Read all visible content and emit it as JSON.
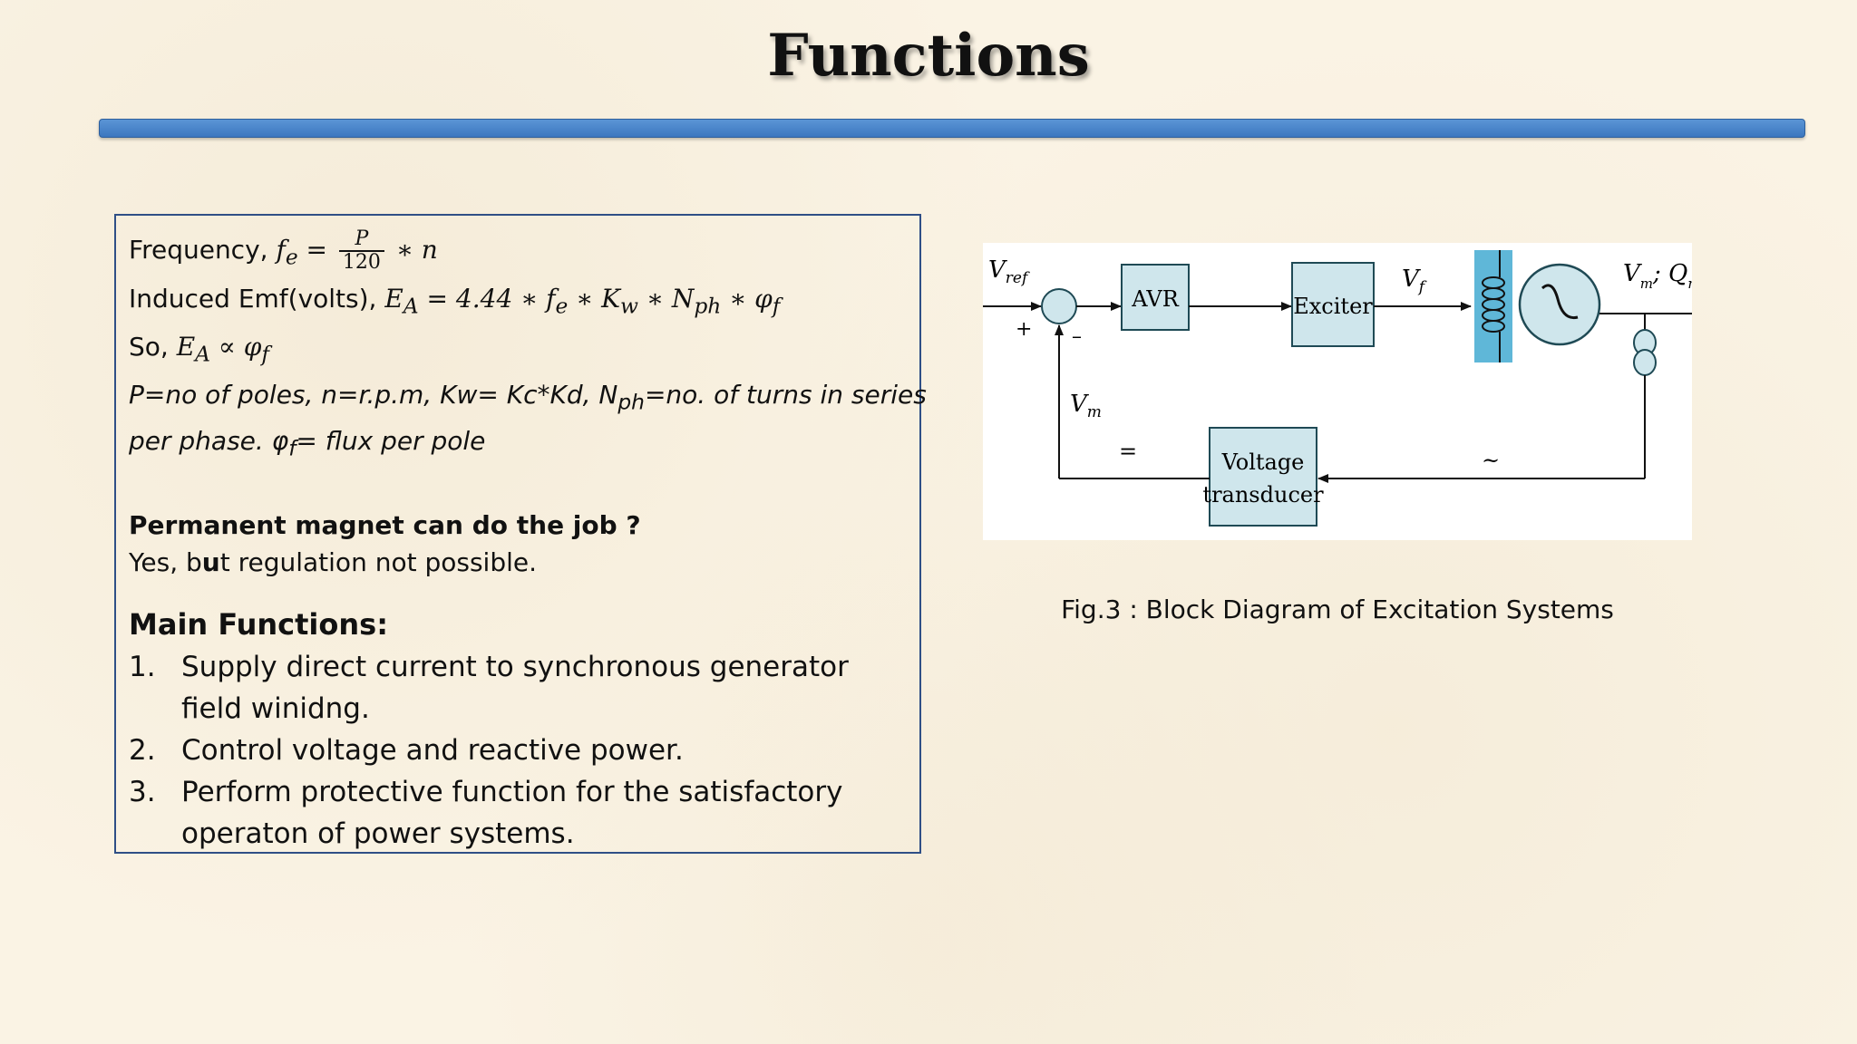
{
  "title": "Functions",
  "formulas": {
    "freq_label": "Frequency, ",
    "freq_lhs": "f",
    "freq_lhs_sub": "e",
    "freq_num": "P",
    "freq_den": "120",
    "freq_tail": "∗ n",
    "emf_label": "Induced Emf(volts), ",
    "emf_expr": "E",
    "emf_expr_sub": "A",
    "emf_rhs_1": " = 4.44 ∗ f",
    "emf_rhs_1_sub": "e",
    "emf_rhs_2": " ∗ K",
    "emf_rhs_2_sub": "w",
    "emf_rhs_3": " ∗ N",
    "emf_rhs_3_sub": "ph",
    "emf_rhs_4": " ∗ φ",
    "emf_rhs_4_sub": "f",
    "so_label": "So, ",
    "so_expr": "E",
    "so_expr_sub": "A",
    "so_rhs": " ∝  φ",
    "so_rhs_sub": "f"
  },
  "definitions": {
    "line1_a": "P=no of poles, n=r.p.m, Kw= Kc*Kd, N",
    "line1_sub": "ph",
    "line1_b": "=no. of turns in series",
    "line2_a": "per phase. φ",
    "line2_sub": "f",
    "line2_b": "= flux per pole"
  },
  "question": {
    "heading": "Permanent magnet can do the job ?",
    "answer_a": "Yes, b",
    "answer_bold": "u",
    "answer_b": "t regulation not possible."
  },
  "main_functions": {
    "heading": "Main Functions:",
    "items": [
      {
        "num": "1.",
        "text": "Supply direct current to synchronous generator field winidng."
      },
      {
        "num": "2.",
        "text": "Control voltage and reactive power."
      },
      {
        "num": "3.",
        "text": "Perform protective function for the satisfactory operaton of power systems."
      }
    ]
  },
  "diagram": {
    "vref_main": "V",
    "vref_sub": "ref",
    "plus": "+",
    "minus": "–",
    "avr": "AVR",
    "exciter": "Exciter",
    "vf_main": "V",
    "vf_sub": "f",
    "vm_q_main": "V",
    "vm_q_sub1": "m",
    "vm_q_sep": "; Q",
    "vm_q_sub2": "m",
    "vm_main": "V",
    "vm_sub": "m",
    "dc_sym": "=",
    "ac_sym": "~",
    "transducer_1": "Voltage",
    "transducer_2": "transducer",
    "accent_box": "#cfe6ec",
    "accent_border": "#1f4a55",
    "coil_bg": "#5fb7d8"
  },
  "caption": "Fig.3 : Block Diagram of Excitation Systems"
}
